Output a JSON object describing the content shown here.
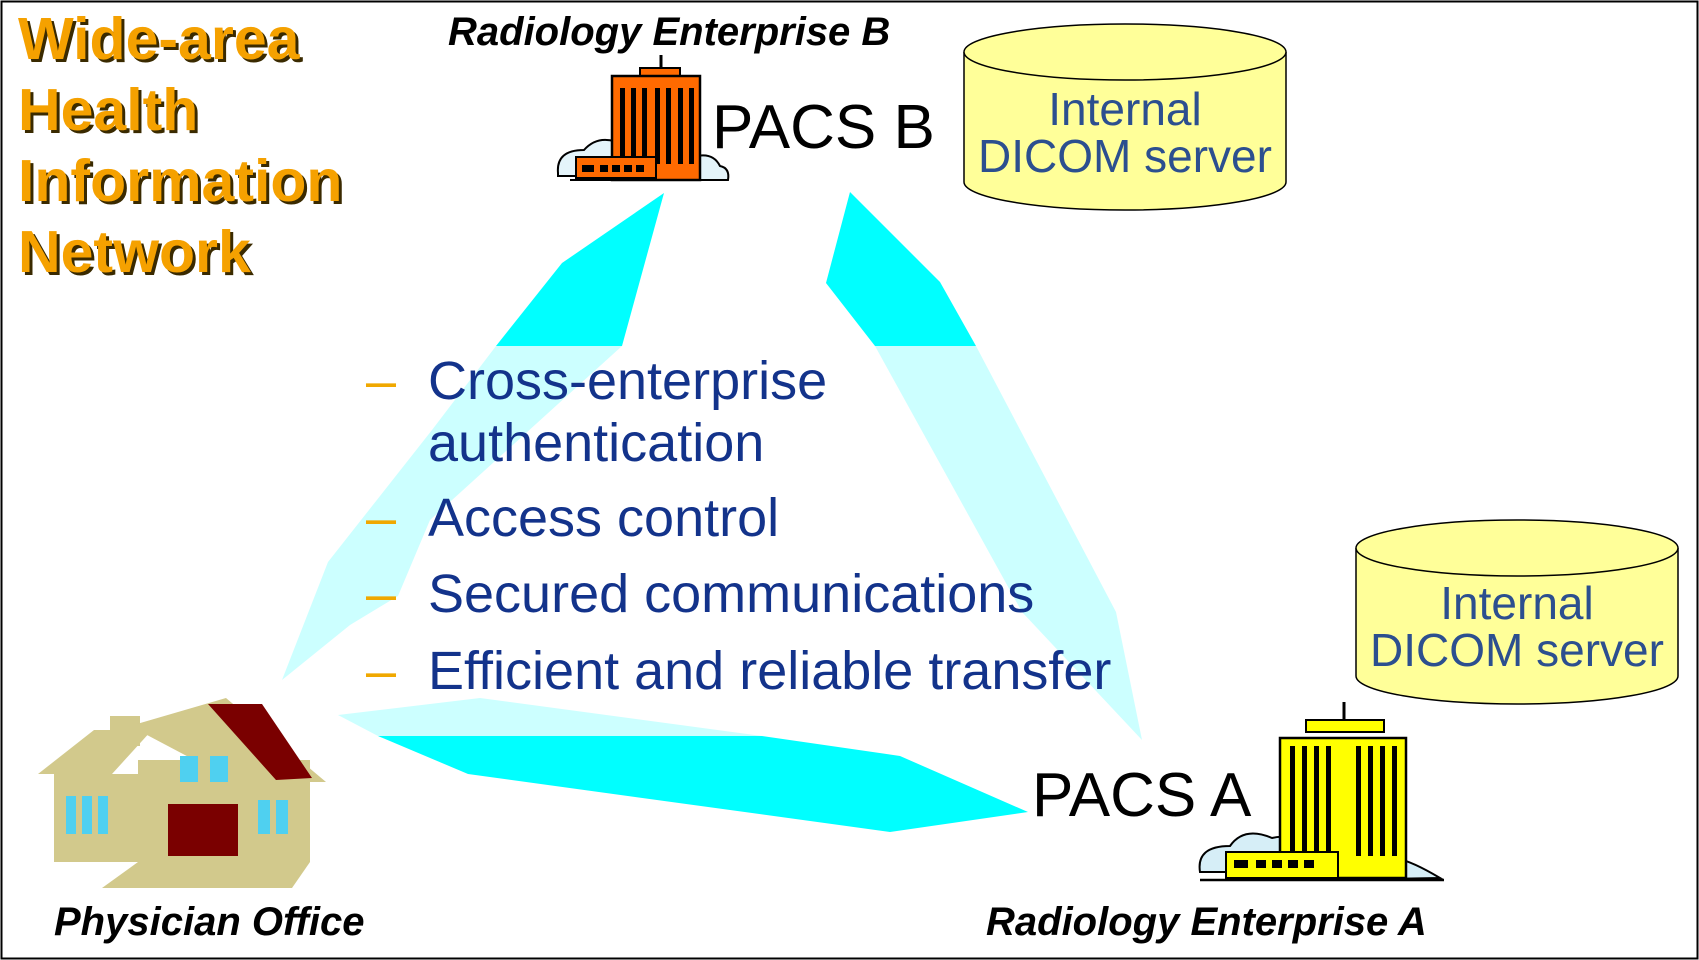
{
  "title": {
    "line1": "Wide-area",
    "line2": "Health",
    "line3": "Information",
    "line4": "Network"
  },
  "sites": {
    "enterprise_b": {
      "label": "Radiology Enterprise B",
      "pacs_label": "PACS B",
      "server_line1": "Internal",
      "server_line2": "DICOM server",
      "building_icon": "office-building-icon",
      "building_color": "#FF6A00"
    },
    "enterprise_a": {
      "label": "Radiology Enterprise A",
      "pacs_label": "PACS A",
      "server_line1": "Internal",
      "server_line2": "DICOM server",
      "building_icon": "office-building-icon",
      "building_color": "#FFFF00"
    },
    "physician": {
      "label": "Physician Office",
      "house_icon": "house-icon"
    }
  },
  "bullets": [
    {
      "line1": "Cross-enterprise",
      "line2": "authentication"
    },
    {
      "line1": "Access control"
    },
    {
      "line1": "Secured communications"
    },
    {
      "line1": "Efficient and reliable transfer"
    }
  ],
  "bullet_marker": "–",
  "colors": {
    "title": "#F5A100",
    "bullet_text": "#13338B",
    "bullet_marker": "#F0A800",
    "link_strong": "#00FFFF",
    "link_light": "#CCFFFF",
    "cylinder_fill": "#FFFF99",
    "cylinder_text": "#2C4F8F"
  }
}
